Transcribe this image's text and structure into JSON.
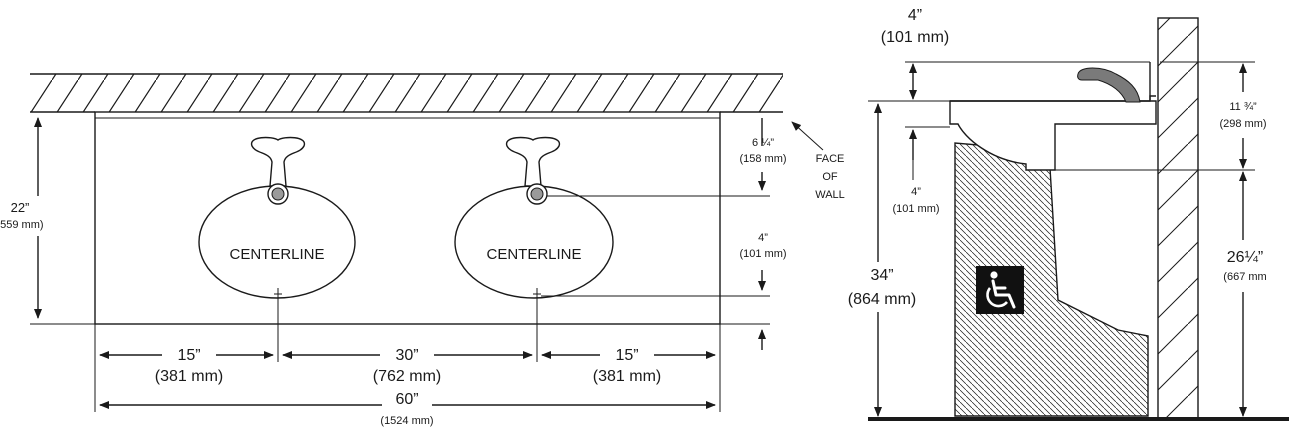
{
  "front_view": {
    "height_imperial": "22”",
    "height_metric": "(559 mm)",
    "bowl_label_left": "CENTERLINE",
    "bowl_label_right": "CENTERLINE",
    "faucet_offset_imperial": "6 ¼”",
    "faucet_offset_metric": "(158 mm)",
    "wall_label_line1": "FACE",
    "wall_label_line2": "OF",
    "wall_label_line3": "WALL",
    "drain_drop_imperial": "4”",
    "drain_drop_metric": "(101 mm)",
    "left_spacing_imperial": "15”",
    "left_spacing_metric": "(381 mm)",
    "center_spacing_imperial": "30”",
    "center_spacing_metric": "(762 mm)",
    "right_spacing_imperial": "15”",
    "right_spacing_metric": "(381 mm)",
    "total_width_imperial": "60”",
    "total_width_metric": "(1524 mm)"
  },
  "side_view": {
    "top_dim_imperial": "4”",
    "top_dim_metric": "(101 mm)",
    "deck_dim_imperial": "4”",
    "deck_dim_metric": "(101 mm)",
    "overall_height_imperial": "34”",
    "overall_height_metric": "(864 mm)",
    "faucet_height_imperial": "11 ¾”",
    "faucet_height_metric": "(298 mm)",
    "knee_height_imperial": "26¼”",
    "knee_height_metric": "(667 mm",
    "accessibility_icon": "wheelchair-icon"
  }
}
